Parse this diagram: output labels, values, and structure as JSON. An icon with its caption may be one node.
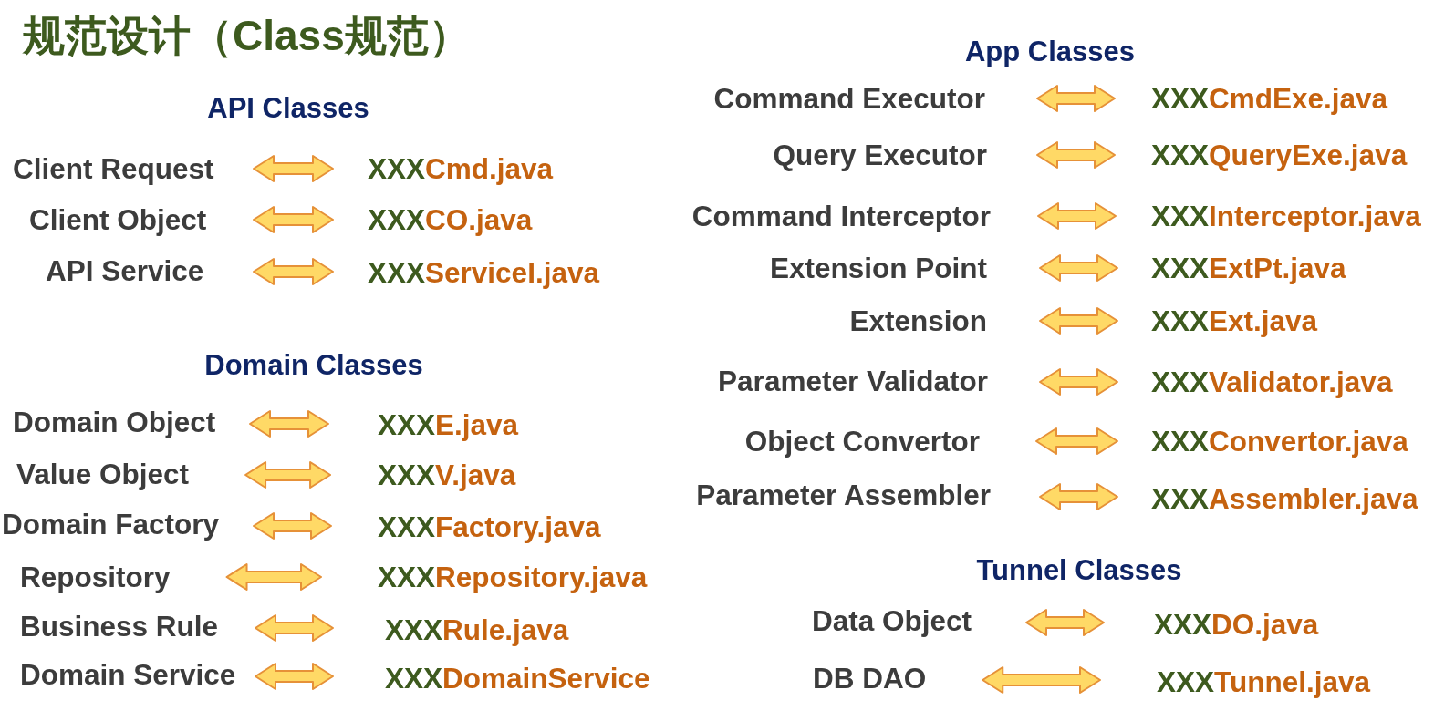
{
  "diagram": {
    "title": "规范设计（Class规范）",
    "nodes": [
      {
        "text": [
          "Client Request"
        ]
      },
      {
        "text": [
          "XXXCmd.java"
        ]
      },
      {
        "text": [
          "Client Object"
        ]
      },
      {
        "text": [
          "XXXCO.java"
        ]
      },
      {
        "text": [
          "API Service"
        ]
      },
      {
        "text": [
          "XXXServiceI.java"
        ]
      },
      {
        "text": [
          "Domain Object"
        ]
      },
      {
        "text": [
          "XXXE.java"
        ]
      },
      {
        "text": [
          "Value Object"
        ]
      },
      {
        "text": [
          "XXXV.java"
        ]
      },
      {
        "text": [
          "Domain Factory"
        ]
      },
      {
        "text": [
          "XXXFactory.java"
        ]
      },
      {
        "text": [
          "Repository"
        ]
      },
      {
        "text": [
          "XXXRepository.java"
        ]
      },
      {
        "text": [
          "Business Rule"
        ]
      },
      {
        "text": [
          "XXXRule.java"
        ]
      },
      {
        "text": [
          "Domain Service"
        ]
      },
      {
        "text": [
          "XXXDomainService"
        ]
      },
      {
        "text": [
          "Command Executor"
        ]
      },
      {
        "text": [
          "XXXCmdExe.java"
        ]
      },
      {
        "text": [
          "Query Executor"
        ]
      },
      {
        "text": [
          "XXXQueryExe.java"
        ]
      },
      {
        "text": [
          "Command Interceptor"
        ]
      },
      {
        "text": [
          "XXXInterceptor.java"
        ]
      },
      {
        "text": [
          "Extension Point"
        ]
      },
      {
        "text": [
          "XXXExtPt.java"
        ]
      },
      {
        "text": [
          "Extension"
        ]
      },
      {
        "text": [
          "XXXExt.java"
        ]
      },
      {
        "text": [
          "Parameter Validator"
        ]
      },
      {
        "text": [
          "XXXValidator.java"
        ]
      },
      {
        "text": [
          "Object Convertor"
        ]
      },
      {
        "text": [
          "XXXConvertor.java"
        ]
      },
      {
        "text": [
          "Parameter Assembler"
        ]
      },
      {
        "text": [
          "XXXAssembler.java"
        ]
      },
      {
        "text": [
          "Data Object"
        ]
      },
      {
        "text": [
          "XXXDO.java"
        ]
      },
      {
        "text": [
          "DB DAO"
        ]
      },
      {
        "text": [
          "XXXTunnel.java"
        ]
      }
    ],
    "edges": [
      {
        "from": 0,
        "to": 1,
        "arrow": "both"
      },
      {
        "from": 2,
        "to": 3,
        "arrow": "both"
      },
      {
        "from": 4,
        "to": 5,
        "arrow": "both"
      },
      {
        "from": 6,
        "to": 7,
        "arrow": "both"
      },
      {
        "from": 8,
        "to": 9,
        "arrow": "both"
      },
      {
        "from": 10,
        "to": 11,
        "arrow": "both"
      },
      {
        "from": 12,
        "to": 13,
        "arrow": "both"
      },
      {
        "from": 14,
        "to": 15,
        "arrow": "both"
      },
      {
        "from": 16,
        "to": 17,
        "arrow": "both"
      },
      {
        "from": 18,
        "to": 19,
        "arrow": "both"
      },
      {
        "from": 20,
        "to": 21,
        "arrow": "both"
      },
      {
        "from": 22,
        "to": 23,
        "arrow": "both"
      },
      {
        "from": 24,
        "to": 25,
        "arrow": "both"
      },
      {
        "from": 26,
        "to": 27,
        "arrow": "both"
      },
      {
        "from": 28,
        "to": 29,
        "arrow": "both"
      },
      {
        "from": 30,
        "to": 31,
        "arrow": "both"
      },
      {
        "from": 32,
        "to": 33,
        "arrow": "both"
      },
      {
        "from": 34,
        "to": 35,
        "arrow": "both"
      },
      {
        "from": 36,
        "to": 37,
        "arrow": "both"
      }
    ],
    "labels": [
      "App Classes",
      "API Classes",
      "Domain Classes",
      "Tunnel Classes"
    ]
  }
}
